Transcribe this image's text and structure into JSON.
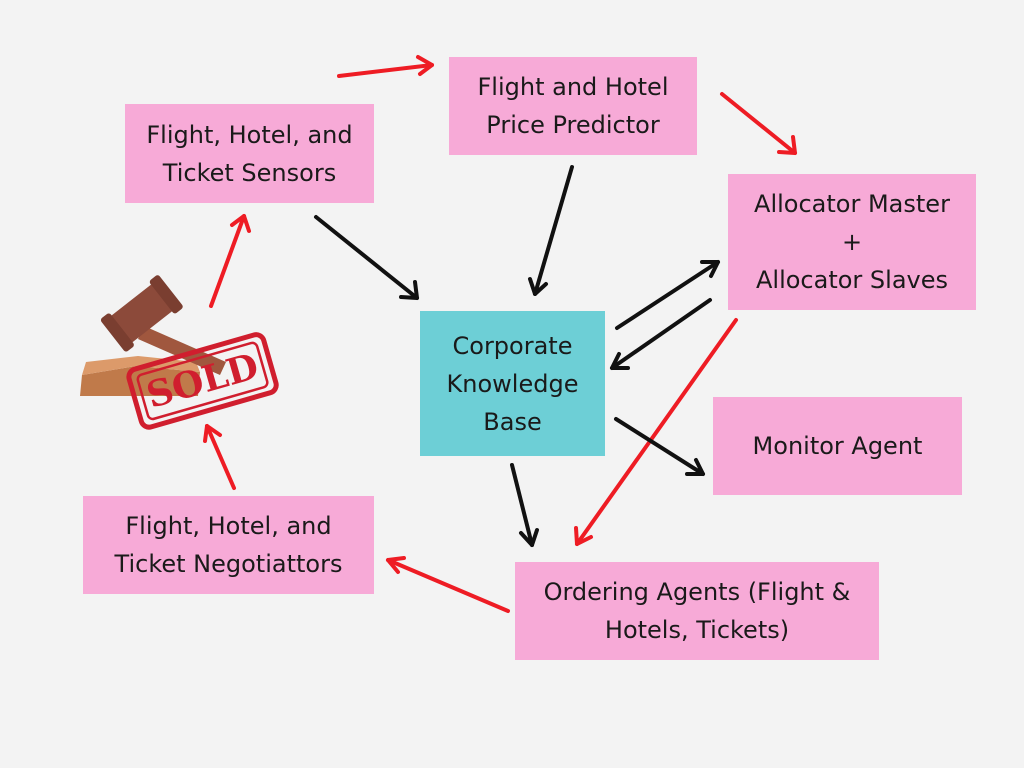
{
  "nodes": {
    "sensors": {
      "line1": "Flight, Hotel, and",
      "line2": "Ticket Sensors"
    },
    "predictor": {
      "line1": "Flight and Hotel",
      "line2": "Price Predictor"
    },
    "allocator": {
      "line1": "Allocator Master",
      "line2": "+",
      "line3": "Allocator Slaves"
    },
    "knowledge_base": {
      "line1": "Corporate",
      "line2": "Knowledge",
      "line3": "Base"
    },
    "monitor": {
      "line1": "Monitor Agent"
    },
    "negotiators": {
      "line1": "Flight, Hotel, and",
      "line2": "Ticket Negotiattors"
    },
    "ordering": {
      "line1": "Ordering Agents (Flight &",
      "line2": "Hotels, Tickets)"
    }
  },
  "stamp": {
    "text": "SOLD"
  },
  "colors": {
    "node_pink": "#f7aad7",
    "node_teal": "#6dcfd6",
    "arrow_red": "#ee1c24",
    "arrow_black": "#111111",
    "background": "#f3f3f3",
    "stamp_red": "#d01e2e"
  },
  "icons": [
    "auction-gavel-icon",
    "sold-stamp-icon"
  ]
}
